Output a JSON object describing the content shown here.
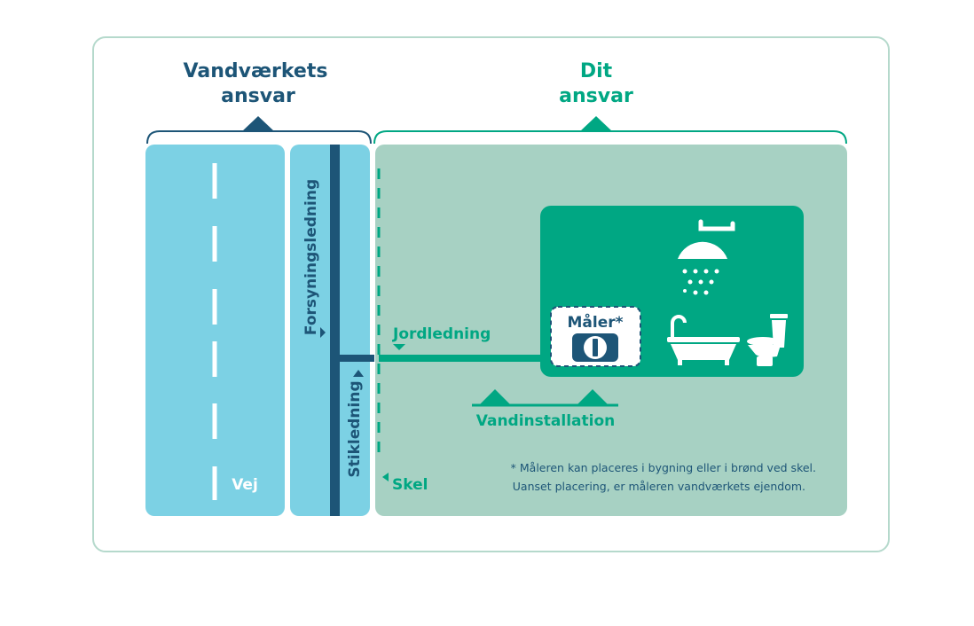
{
  "colors": {
    "frame_border": "#b5d9cc",
    "vandvaerk_dark": "#1d5577",
    "light_blue": "#7cd1e4",
    "green": "#00a783",
    "light_green": "#a7d1c3",
    "white": "#ffffff"
  },
  "headings": {
    "vandvaerk_line1": "Vandværkets",
    "vandvaerk_line2": "ansvar",
    "dit_line1": "Dit",
    "dit_line2": "ansvar"
  },
  "labels": {
    "vej": "Vej",
    "forsyningsledning": "Forsyningsledning",
    "stikledning": "Stikledning",
    "jordledning": "Jordledning",
    "skel": "Skel",
    "maaler": "Måler*",
    "vandinstallation": "Vandinstallation"
  },
  "footnote": {
    "line1": "* Måleren kan placeres i bygning eller i brønd ved skel.",
    "line2": "Uanset placering, er måleren vandværkets ejendom."
  },
  "icons": [
    "shower-icon",
    "bathtub-icon",
    "toilet-icon",
    "water-meter-icon"
  ]
}
